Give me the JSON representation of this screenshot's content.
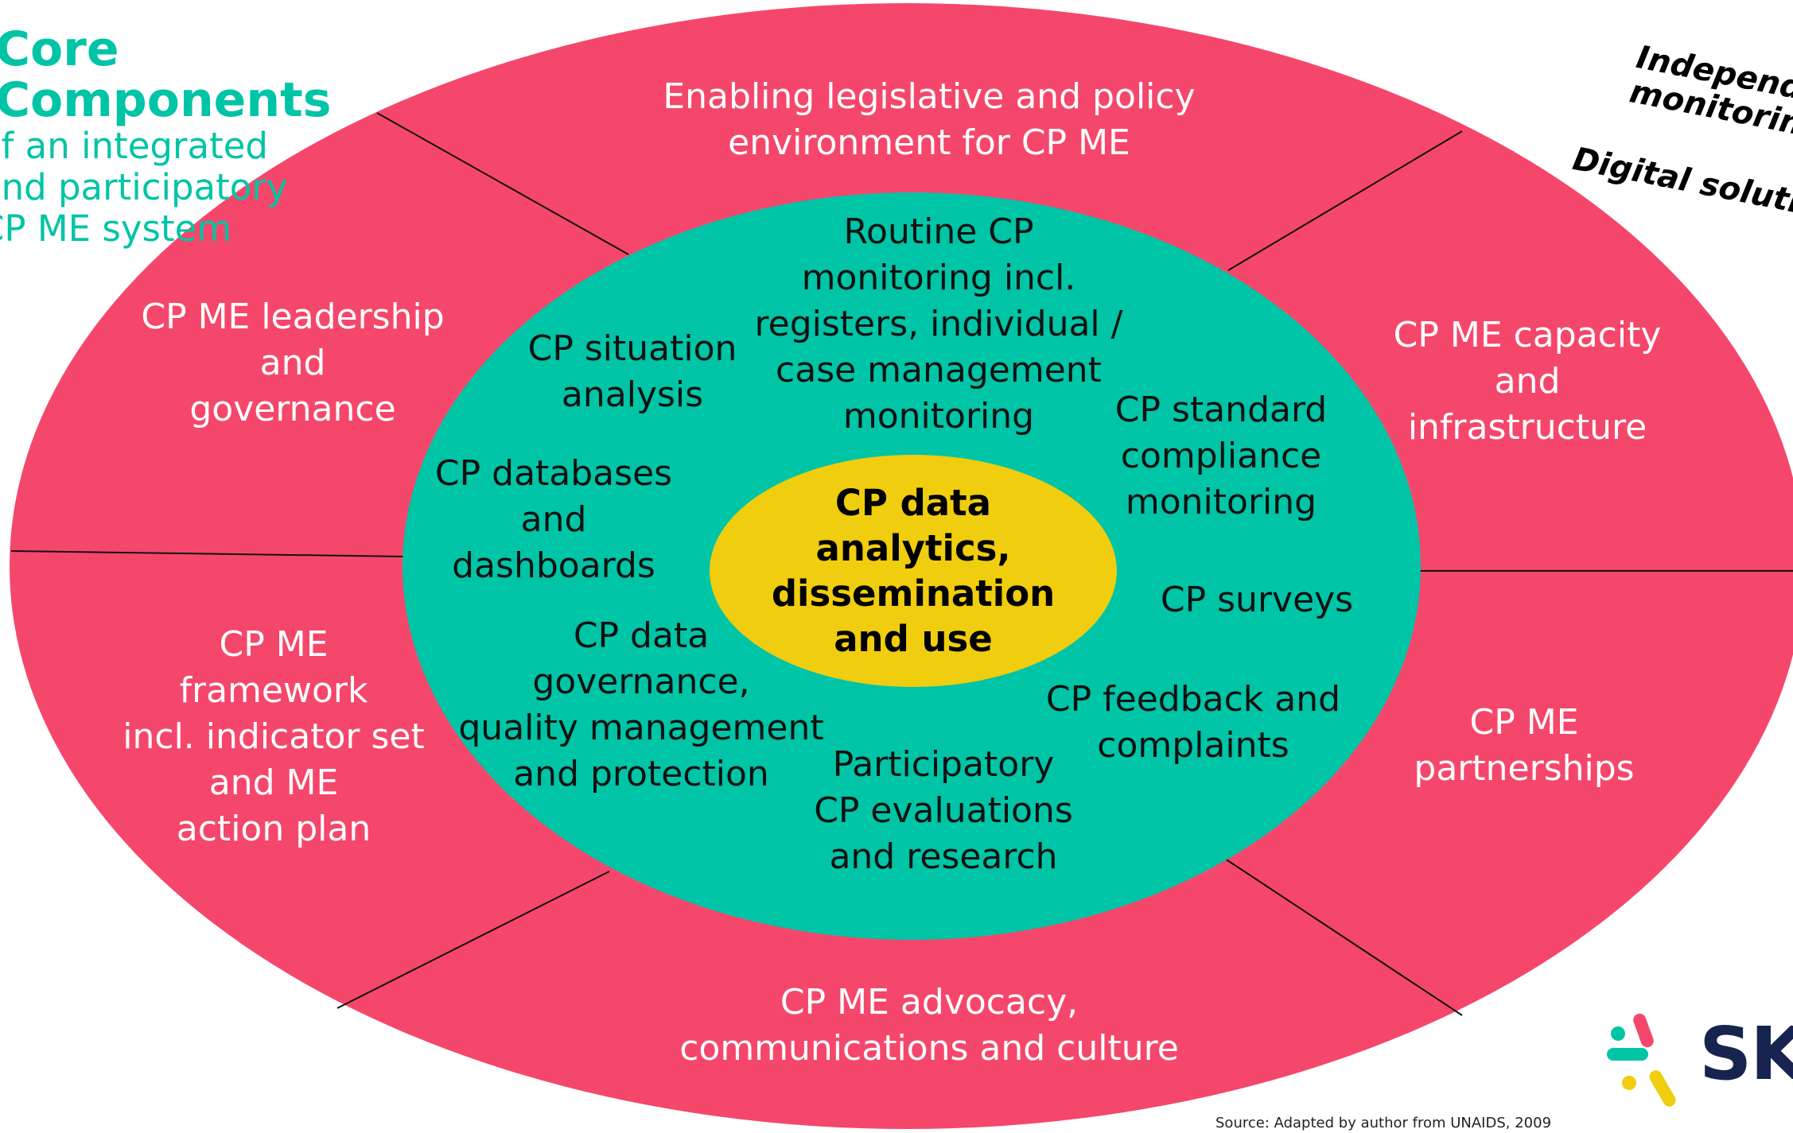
{
  "heading": {
    "title": "Core\nComponents",
    "subtitle": "of an integrated\nand participatory\nCP ME system"
  },
  "top_right": {
    "line1": "Independent\nmonitoring",
    "line2": "Digital solutions"
  },
  "outer_ring": [
    {
      "key": "legislative",
      "label": "Enabling legislative and policy\nenvironment for CP ME"
    },
    {
      "key": "leadership",
      "label": "CP ME leadership\nand\ngovernance"
    },
    {
      "key": "capacity",
      "label": "CP ME capacity\nand\ninfrastructure"
    },
    {
      "key": "framework",
      "label": "CP ME\nframework\nincl. indicator set\nand ME\naction plan"
    },
    {
      "key": "partnerships",
      "label": "CP ME\npartnerships"
    },
    {
      "key": "advocacy",
      "label": "CP ME advocacy,\ncommunications and culture"
    }
  ],
  "middle_ring": [
    {
      "key": "routine",
      "label": "Routine CP\nmonitoring incl.\nregisters, individual /\ncase management\nmonitoring"
    },
    {
      "key": "situation",
      "label": "CP situation\nanalysis"
    },
    {
      "key": "compliance",
      "label": "CP standard\ncompliance\nmonitoring"
    },
    {
      "key": "databases",
      "label": "CP databases\nand\ndashboards"
    },
    {
      "key": "surveys",
      "label": "CP surveys"
    },
    {
      "key": "governance",
      "label": "CP data\ngovernance,\nquality management\nand protection"
    },
    {
      "key": "feedback",
      "label": "CP feedback and\ncomplaints"
    },
    {
      "key": "evaluations",
      "label": "Participatory\nCP evaluations\nand research"
    }
  ],
  "core": {
    "label": "CP data\nanalytics,\ndissemination\nand use"
  },
  "logo": {
    "text": "SKR",
    "name": "skr-logo"
  },
  "source": "Source: Adapted by author from UNAIDS, 2009",
  "colors": {
    "outer": "#f5476b",
    "middle": "#00c4a6",
    "core": "#f0cd0e",
    "heading": "#00c4a6"
  }
}
